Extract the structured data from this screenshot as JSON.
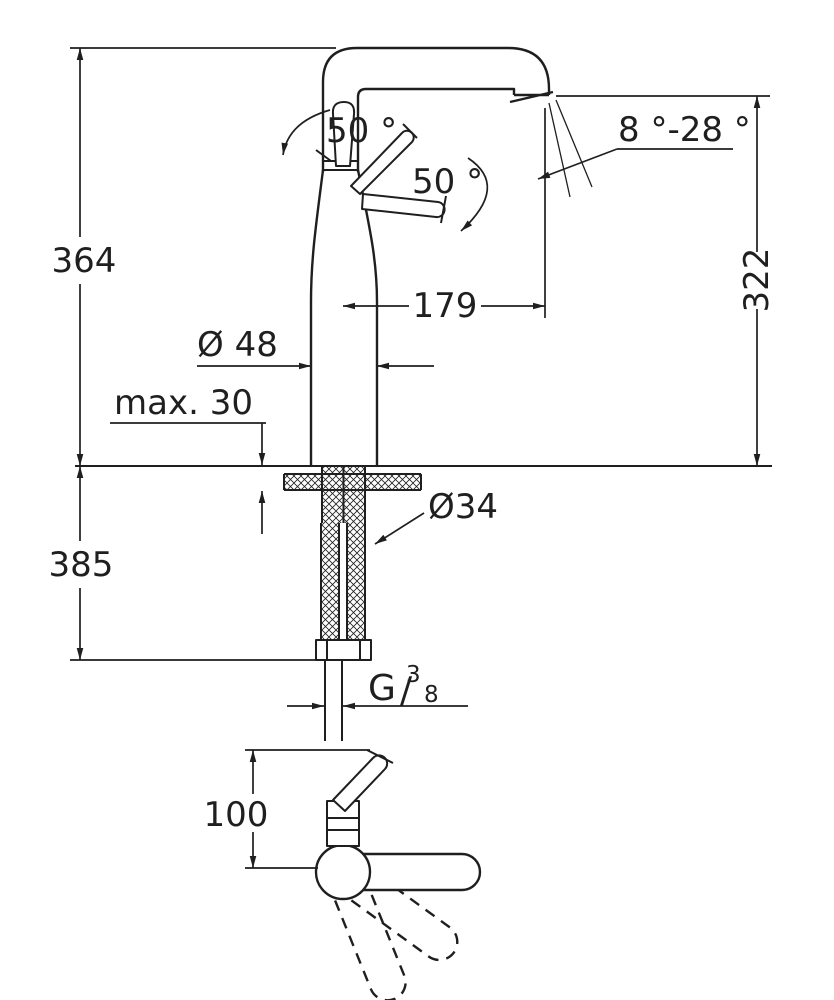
{
  "style": {
    "ink": "#1f1f1f",
    "background": "#ffffff"
  },
  "labels": {
    "total_height": "364",
    "below_counter_depth": "385",
    "spout_height": "322",
    "spout_projection": "179",
    "body_diameter": "Ø 48",
    "max_counter_thickness": "max. 30",
    "mounting_hole_diameter": "Ø34",
    "handle_angle_front": "50 °",
    "handle_angle_open": "50 °",
    "spout_angle_range": "8 °-28 °",
    "thread_letter": "G",
    "thread_numerator": "3",
    "thread_slash": "/",
    "thread_denominator": "8",
    "side_height": "100"
  }
}
